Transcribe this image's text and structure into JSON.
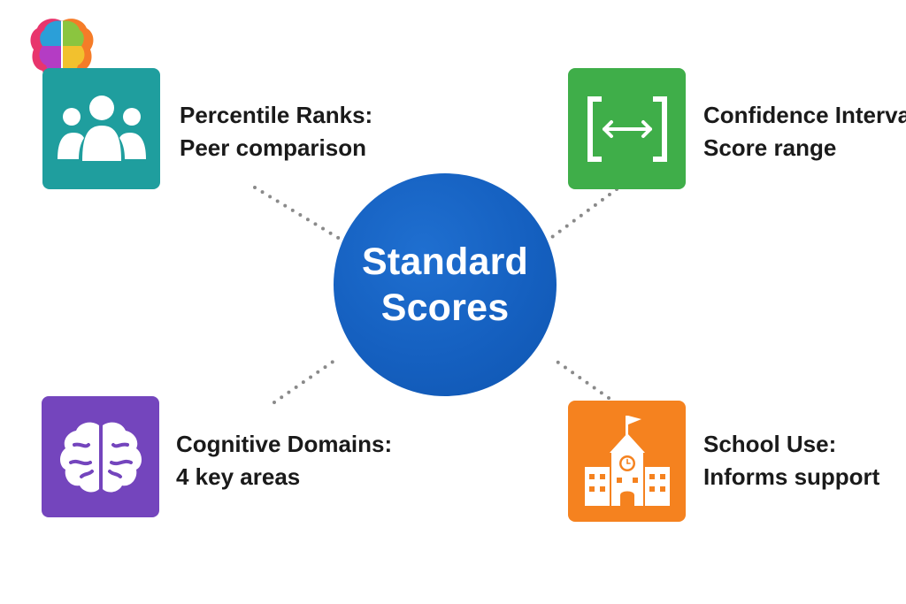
{
  "center": {
    "line1": "Standard",
    "line2": "Scores"
  },
  "nodes": [
    {
      "title": "Percentile Ranks:",
      "subtitle": "Peer comparison",
      "icon": "people-group-icon",
      "color": "#1f9e9e"
    },
    {
      "title": "Confidence Intervals:",
      "subtitle": "Score range",
      "icon": "bracket-range-icon",
      "color": "#3fae49"
    },
    {
      "title": "Cognitive Domains:",
      "subtitle": "4 key areas",
      "icon": "brain-icon",
      "color": "#7445bd"
    },
    {
      "title": "School Use:",
      "subtitle": "Informs support",
      "icon": "school-building-icon",
      "color": "#f5821f"
    }
  ],
  "colors": {
    "hub": "#1560c0",
    "connector": "#8a8a8a"
  }
}
